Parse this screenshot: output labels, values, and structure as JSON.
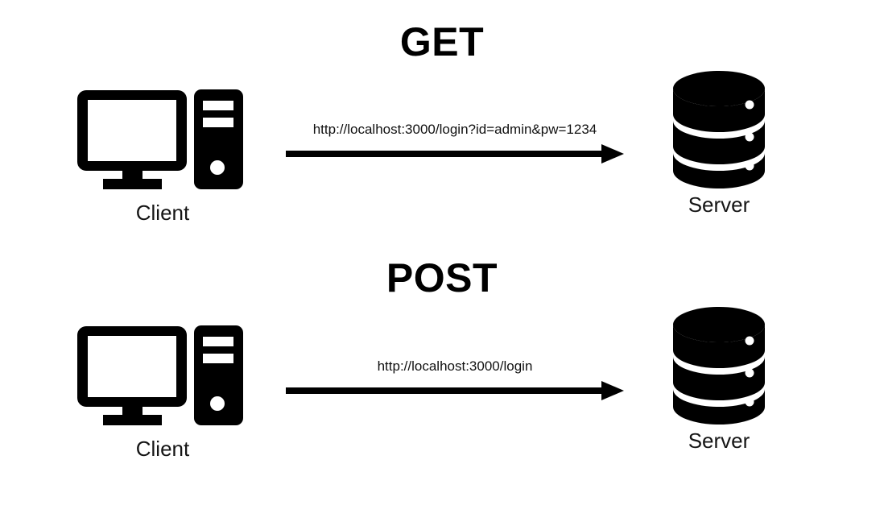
{
  "diagram": {
    "title_get": "GET",
    "title_post": "POST",
    "background_color": "#ffffff",
    "ink_color": "#000000"
  },
  "get_section": {
    "heading": "GET",
    "client": {
      "label": "Client",
      "icon": "desktop-computer-icon"
    },
    "server": {
      "label": "Server",
      "icon": "database-cylinder-icon"
    },
    "request": {
      "url": "http://localhost:3000/login?id=admin&pw=1234",
      "direction": "client-to-server",
      "arrow_icon": "right-arrow-icon"
    }
  },
  "post_section": {
    "heading": "POST",
    "client": {
      "label": "Client",
      "icon": "desktop-computer-icon"
    },
    "server": {
      "label": "Server",
      "icon": "database-cylinder-icon"
    },
    "request": {
      "url": "http://localhost:3000/login",
      "direction": "client-to-server",
      "arrow_icon": "right-arrow-icon"
    }
  }
}
